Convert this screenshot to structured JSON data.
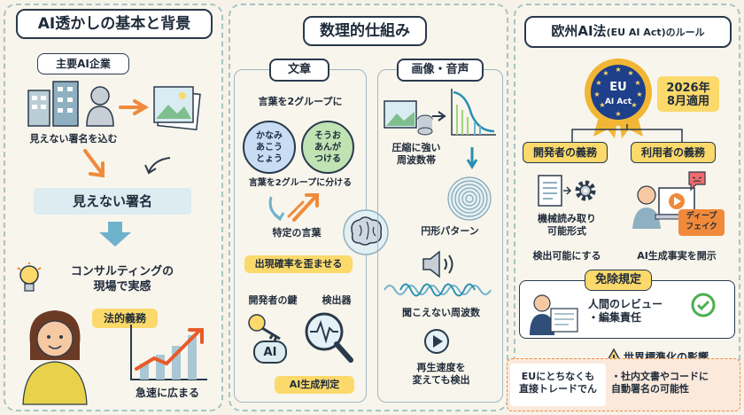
{
  "left": {
    "title": "AI透かしの基本と背景",
    "company_label": "主要AI企業",
    "embed_caption": "見えない署名を込む",
    "banner": "見えない署名",
    "consulting_caption": "コンサルティングの\n現場で実感",
    "legal_badge": "法的義務",
    "spread_caption": "急速に広まる"
  },
  "middle": {
    "title": "数理的仕組み",
    "text_panel": {
      "heading": "文章",
      "split_top": "言葉を2グループに",
      "group_a": "かなみ\nあこう\nとょう",
      "group_b": "そうお\nあんが\nつける",
      "split_caption": "言葉を2グループに分ける",
      "specific_words": "特定の言葉",
      "skew_badge": "出現確率を歪ませる",
      "dev_key": "開発者の鍵",
      "detector": "検出器",
      "ai_label": "AI",
      "ai_judge": "AI生成判定"
    },
    "media_panel": {
      "heading": "画像・音声",
      "freq_band": "圧縮に強い\n周波数帯",
      "circle_pattern": "円形パターン",
      "inaudible": "聞こえない周波数",
      "speed": "再生速度を\n変えても検出"
    }
  },
  "right": {
    "title": "欧州AI法",
    "title_small": "(EU AI Act)のルール",
    "eu_badge_top": "EU",
    "eu_badge_bottom": "AI Act",
    "date": "2026年\n8月適用",
    "dev_duty": "開発者の義務",
    "user_duty": "利用者の義務",
    "machine_readable": "機械読み取り\n可能形式",
    "detectable": "検出可能にする",
    "deepfake": "ディープ\nフェイク",
    "disclose": "AI生成事実を開示",
    "exemption": "免除規定",
    "review": "人間のレビュー\n・編集責任",
    "global_title": "世界標準化の影響",
    "eu_trade": "EUにとちなくも\n直接トレードでん",
    "internal": "・社内文書やコードに\n自動署名の可能性"
  },
  "colors": {
    "header_blue": "#2a3a4c",
    "accent_yellow": "#fbd96b",
    "accent_orange": "#f08a3a",
    "green": "#4caf50",
    "eu_blue": "#1e3f8a"
  },
  "icons": [
    "building-icon",
    "person-icon",
    "photo-icon",
    "arrow-icon",
    "bulb-icon",
    "woman-icon",
    "growth-chart-icon",
    "brain-icon",
    "key-icon",
    "magnifier-icon",
    "image-icon",
    "database-icon",
    "wave-icon",
    "speaker-icon",
    "play-icon",
    "doc-icon",
    "gear-icon",
    "warning-icon",
    "check-icon",
    "reviewer-icon"
  ]
}
